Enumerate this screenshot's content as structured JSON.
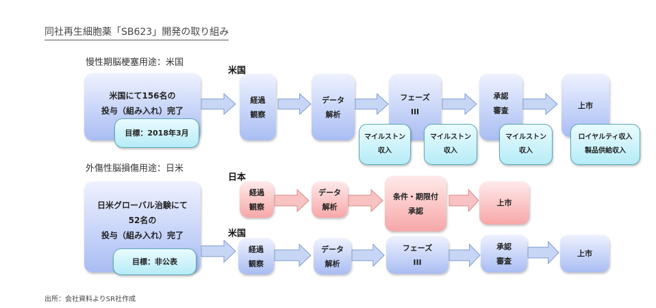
{
  "title": "同社再生細胞薬「SB623」開発の取り組み",
  "section1": {
    "label": "慢性期脳梗塞用途：米国",
    "country": "米国",
    "start": [
      "米国にて156名の",
      "投与（組み入れ）完了"
    ],
    "target": "目標：2018年3月",
    "steps": [
      [
        "経過",
        "観察"
      ],
      [
        "データ",
        "解析"
      ],
      [
        "フェーズ",
        "III"
      ],
      [
        "承認",
        "審査"
      ],
      [
        "上市"
      ]
    ],
    "revenue": [
      [
        "マイルストン",
        "収入"
      ],
      [
        "マイルストン",
        "収入"
      ],
      [
        "マイルストン",
        "収入"
      ],
      [
        "ロイヤルティ収入",
        "製品供給収入"
      ]
    ]
  },
  "section2": {
    "label": "外傷性脳損傷用途：日米",
    "start": [
      "日米グローバル治験にて",
      "52名の",
      "投与（組み入れ）完了"
    ],
    "target": "目標：非公表",
    "japan": {
      "country": "日本",
      "steps": [
        [
          "経過",
          "観察"
        ],
        [
          "データ",
          "解析"
        ],
        [
          "条件・期限付",
          "承認"
        ],
        [
          "上市"
        ]
      ]
    },
    "us": {
      "country": "米国",
      "steps": [
        [
          "経過",
          "観察"
        ],
        [
          "データ",
          "解析"
        ],
        [
          "フェーズ",
          "III"
        ],
        [
          "承認",
          "審査"
        ],
        [
          "上市"
        ]
      ]
    }
  },
  "source": "出所：会社資料よりSR社作成",
  "colors": {
    "blue": "#a9bdf3",
    "pink": "#f7a7a8",
    "cyan": "#b6ecf7"
  }
}
